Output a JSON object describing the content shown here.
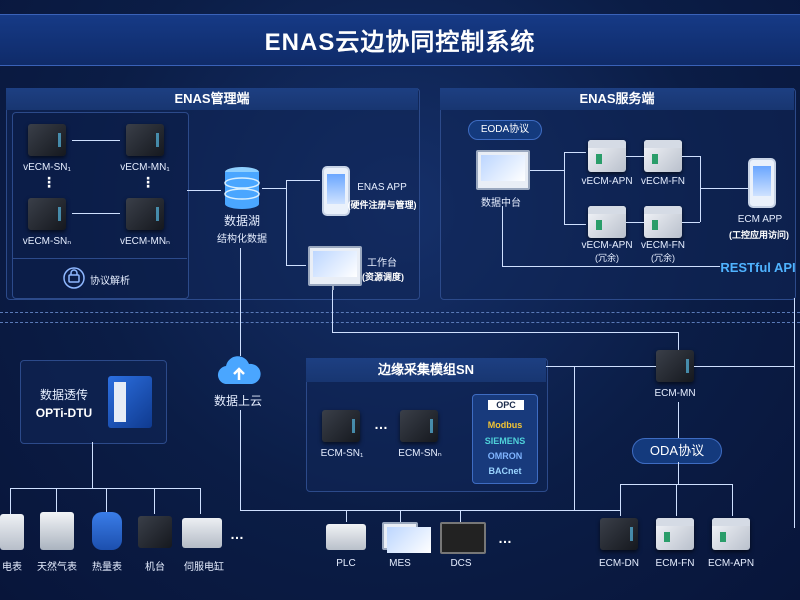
{
  "title": "ENAS云边协同控制系统",
  "mgmt": {
    "header": "ENAS管理端",
    "sn1": "vECM-SN₁",
    "mn1": "vECM-MN₁",
    "snn": "vECM-SNₙ",
    "mnn": "vECM-MNₙ",
    "protocol": "协议解析",
    "lake": "数据湖",
    "lake_sub": "结构化数据",
    "app": "ENAS APP",
    "app_sub": "(硬件注册与管理)",
    "workbench": "工作台",
    "workbench_sub": "(资源调度)"
  },
  "service": {
    "header": "ENAS服务端",
    "eoda": "EODA协议",
    "datacenter": "数据中台",
    "apn": "vECM-APN",
    "fn": "vECM-FN",
    "apn_r": "vECM-APN",
    "apn_r_sub": "(冗余)",
    "fn_r": "vECM-FN",
    "fn_r_sub": "(冗余)",
    "ecm_app": "ECM APP",
    "ecm_app_sub": "(工控应用访问)",
    "restful": "RESTful API"
  },
  "dtu": {
    "title": "数据透传",
    "name": "OPTi-DTU"
  },
  "cloud": {
    "label": "数据上云"
  },
  "edge": {
    "header": "边缘采集模组SN",
    "sn1": "ECM-SN₁",
    "snn": "ECM-SNₙ",
    "protocols": [
      "OPC",
      "Modbus",
      "SIEMENS",
      "OMRON",
      "BACnet"
    ]
  },
  "mn": {
    "label": "ECM-MN"
  },
  "oda": "ODA协议",
  "devices": [
    "电表",
    "天然气表",
    "热量表",
    "机台",
    "伺服电缸"
  ],
  "bottom": [
    "PLC",
    "MES",
    "DCS"
  ],
  "nodes": [
    "ECM-DN",
    "ECM-FN",
    "ECM-APN"
  ],
  "ellipsis": "…",
  "vdots": "⋮",
  "colors": {
    "accent": "#3a8dff",
    "restful": "#4fb3ff"
  }
}
